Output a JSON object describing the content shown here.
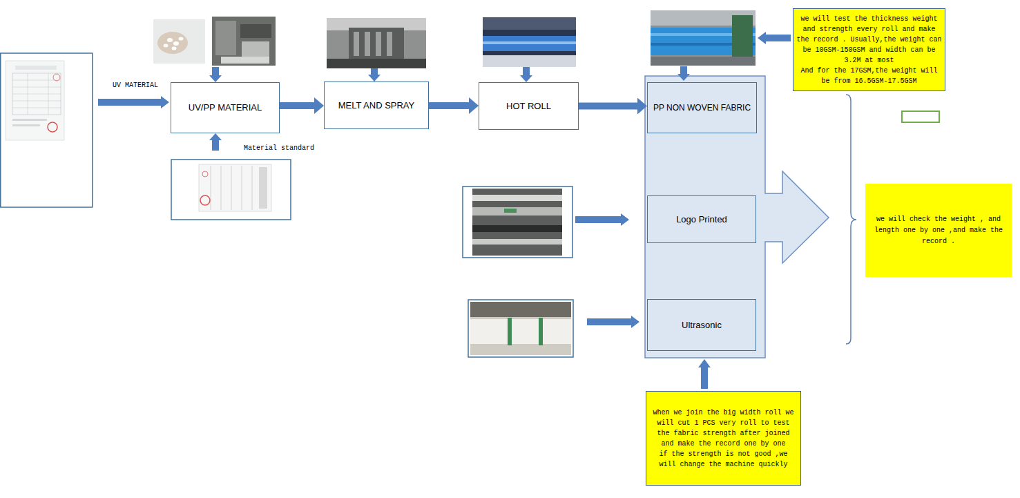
{
  "diagram": {
    "nodes": [
      {
        "text": [
          "UV/PP MATERIAL"
        ]
      },
      {
        "text": [
          "MELT AND SPRAY"
        ]
      },
      {
        "text": [
          "HOT ROLL"
        ]
      },
      {
        "text": [
          "PP NON WOVEN FABRIC"
        ]
      },
      {
        "text": [
          "Logo Printed"
        ]
      },
      {
        "text": [
          "Ultrasonic"
        ]
      },
      {
        "text": [
          "we will test the thickness weight and strength every roll and make the record . Usually,the weight can be 10GSM-150GSM and width can be 3.2M at most",
          "And for the 17GSM,the weight will be from 16.5GSM-17.5GSM"
        ]
      },
      {
        "text": [
          "we will check the weight , and length one by one ,and make the record ."
        ]
      },
      {
        "text": [
          "when we join the big width roll we will cut 1 PCS very roll to test the fabric strength after joined and make the record one by one",
          "if the strength is not good ,we will change the machine quickly"
        ]
      }
    ],
    "edges": [
      {
        "from": 0,
        "to": 1,
        "arrow": "to"
      },
      {
        "from": 1,
        "to": 2,
        "arrow": "to"
      },
      {
        "from": 2,
        "to": 3,
        "arrow": "to"
      }
    ],
    "labels": [
      "UV MATERIAL",
      "Material standard"
    ]
  }
}
